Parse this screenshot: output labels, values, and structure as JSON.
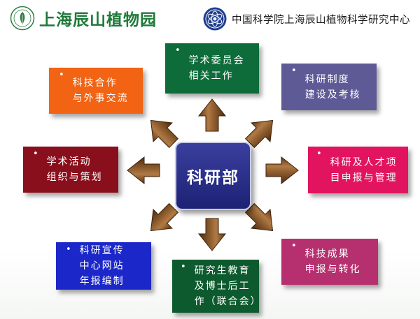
{
  "header": {
    "garden_name": "上海辰山植物园",
    "institute_name": "中国科学院上海辰山植物科学研究中心"
  },
  "center": {
    "label": "科研部"
  },
  "nodes": [
    {
      "id": "academic-committee",
      "lines": [
        "学术委员会",
        "相关工作"
      ],
      "color": "#0e6b3a"
    },
    {
      "id": "research-system",
      "lines": [
        "科研制度",
        "建设及考核"
      ],
      "color": "#5e5a96"
    },
    {
      "id": "project-talent",
      "lines": [
        "科研及人才项",
        "目申报与管理"
      ],
      "color": "#e2145f"
    },
    {
      "id": "achievements",
      "lines": [
        "科技成果",
        "申报与转化"
      ],
      "color": "#b6306f"
    },
    {
      "id": "graduate-education",
      "lines": [
        "研究生教育",
        "及博士后工",
        "作（联合会）"
      ],
      "color": "#0d5a2e"
    },
    {
      "id": "publicity",
      "lines": [
        "科研宣传",
        "中心网站",
        "年报编制"
      ],
      "color": "#1b27c8"
    },
    {
      "id": "academic-activities",
      "lines": [
        "学术活动",
        "组织与策划"
      ],
      "color": "#8a0f1c"
    },
    {
      "id": "cooperation",
      "lines": [
        "科技合作",
        "与外事交流"
      ],
      "color": "#f26313"
    }
  ],
  "bullet_char": "•"
}
